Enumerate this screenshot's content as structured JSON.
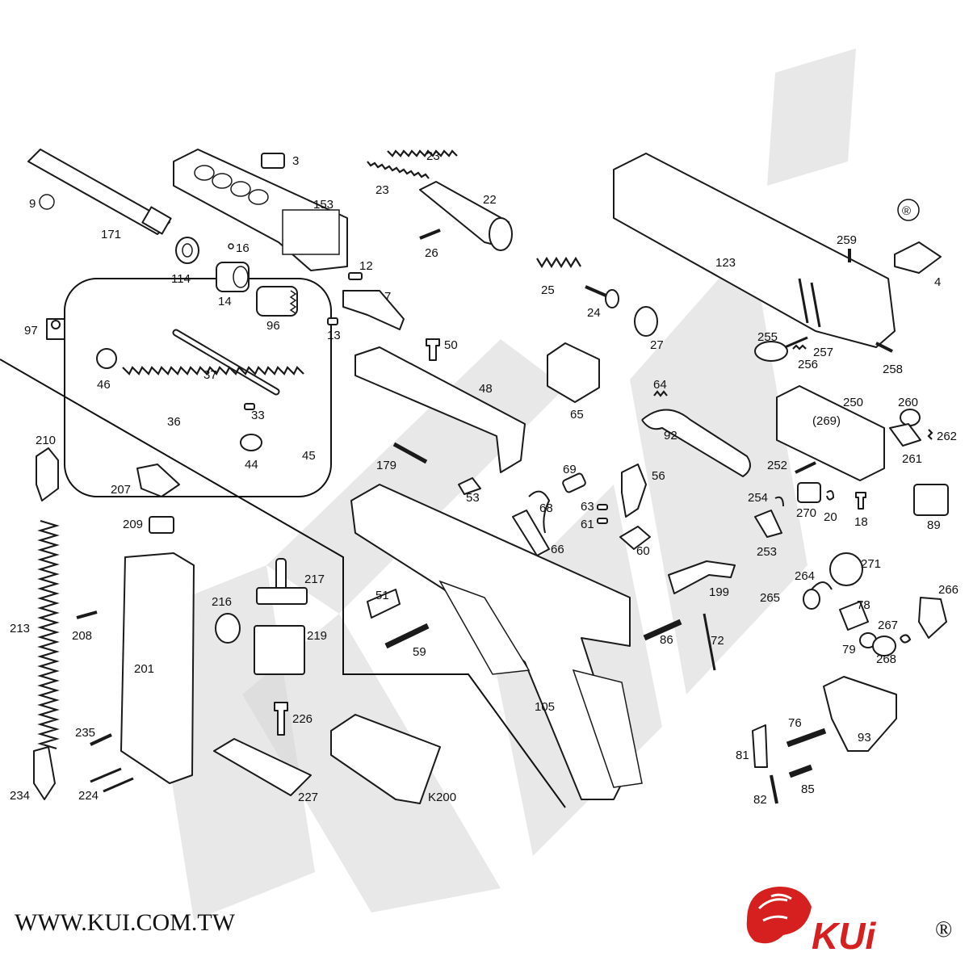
{
  "diagram": {
    "parts": [
      "9",
      "171",
      "114",
      "16",
      "14",
      "96",
      "153",
      "3",
      "23",
      "23",
      "22",
      "26",
      "12",
      "7",
      "13",
      "25",
      "24",
      "27",
      "50",
      "48",
      "65",
      "123",
      "259",
      "4",
      "255",
      "257",
      "256",
      "258",
      "97",
      "37",
      "46",
      "36",
      "33",
      "44",
      "45",
      "179",
      "53",
      "69",
      "68",
      "63",
      "61",
      "66",
      "56",
      "60",
      "64",
      "92",
      "250",
      "(269)",
      "260",
      "262",
      "261",
      "252",
      "254",
      "270",
      "20",
      "18",
      "89",
      "253",
      "271",
      "264",
      "265",
      "78",
      "79",
      "266",
      "267",
      "268",
      "210",
      "207",
      "209",
      "213",
      "208",
      "201",
      "216",
      "217",
      "219",
      "226",
      "235",
      "224",
      "234",
      "227",
      "K200",
      "51",
      "59",
      "105",
      "199",
      "86",
      "72",
      "76",
      "93",
      "81",
      "82",
      "85"
    ]
  },
  "footer": {
    "website": "WWW.KUI.COM.TW",
    "brand": "KUi",
    "registered_mark": "®"
  },
  "header": {
    "registered_mark": "®"
  },
  "colors": {
    "ink": "#1a1a1a",
    "watermark": "#d6d6d6",
    "brand_red": "#d62020",
    "background": "#ffffff"
  }
}
